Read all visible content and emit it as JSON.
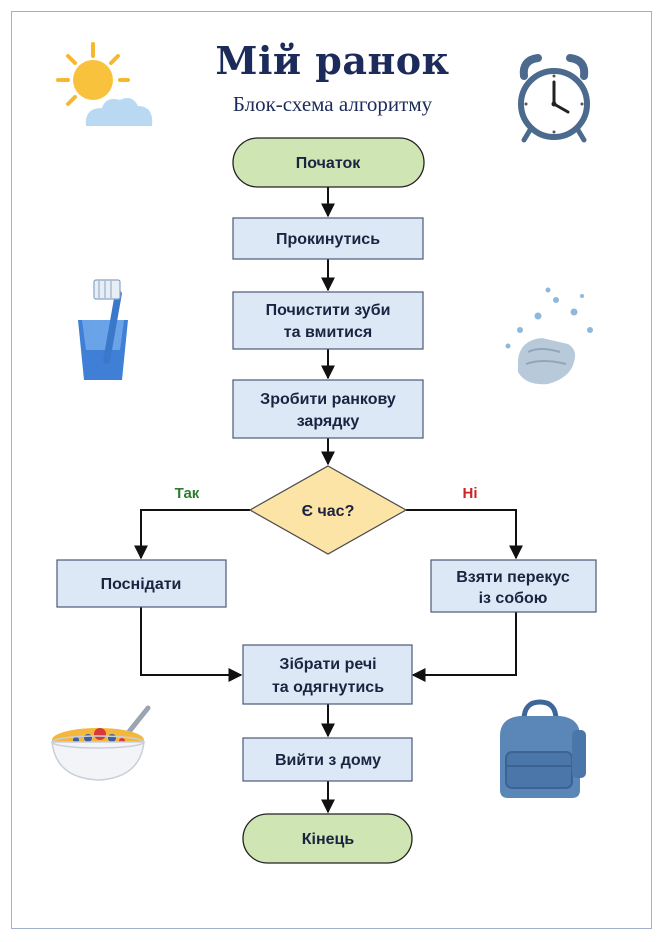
{
  "header": {
    "title": "Мій ранок",
    "subtitle": "Блок-схема алгоритму"
  },
  "flowchart": {
    "start": "Початок",
    "wake_up": "Прокинутись",
    "brush_line1": "Почистити зуби",
    "brush_line2": "та вмитися",
    "exercise_line1": "Зробити ранкову",
    "exercise_line2": "зарядку",
    "decision": "Є час?",
    "yes_label": "Так",
    "no_label": "Ні",
    "breakfast": "Поснідати",
    "snack_line1": "Взяти перекус",
    "snack_line2": "із собою",
    "pack_line1": "Зібрати речі",
    "pack_line2": "та одягнутись",
    "leave": "Вийти з дому",
    "end": "Кінець"
  },
  "colors": {
    "terminal_fill": "#cfe5b4",
    "process_fill": "#dce8f6",
    "decision_fill": "#fbe4a6",
    "yes_color": "#2e7d32",
    "no_color": "#c62828",
    "title_color": "#1c2b5a"
  },
  "icons": {
    "top_left": "sun-cloud-icon",
    "top_right": "alarm-clock-icon",
    "mid_left": "toothbrush-glass-icon",
    "mid_right": "washing-hands-icon",
    "bottom_left": "cereal-bowl-icon",
    "bottom_right": "backpack-icon"
  }
}
